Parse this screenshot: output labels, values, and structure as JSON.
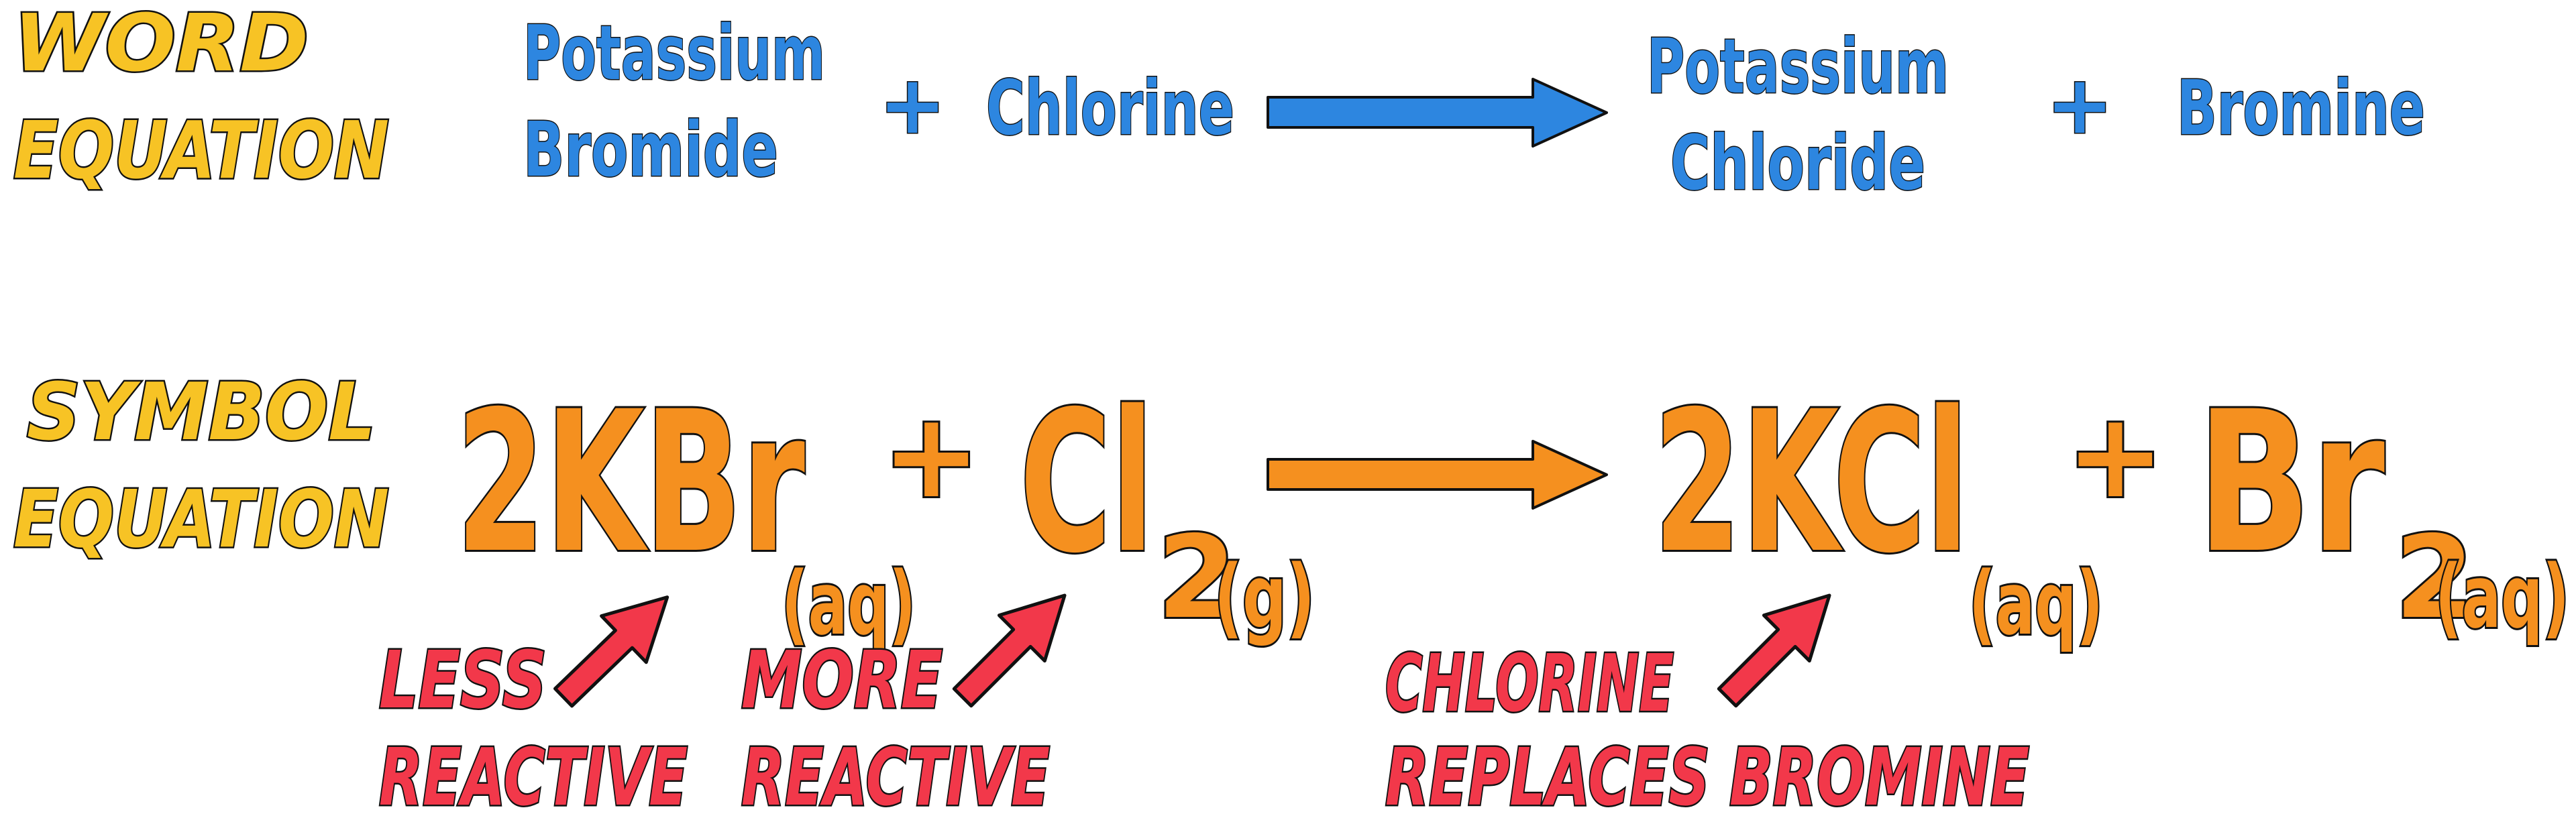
{
  "labels": {
    "word_line1": "WORD",
    "word_line2": "EQUATION",
    "symbol_line1": "SYMBOL",
    "symbol_line2": "EQUATION"
  },
  "word_equation": {
    "reactant1_line1": "Potassium",
    "reactant1_line2": "Bromide",
    "plus1": "+",
    "reactant2": "Chlorine",
    "product1_line1": "Potassium",
    "product1_line2": "Chloride",
    "plus2": "+",
    "product2": "Bromine"
  },
  "symbol_equation": {
    "reactant1": "2KBr",
    "reactant1_state": "(aq)",
    "plus1": "+",
    "reactant2": "Cl",
    "reactant2_sub": "2",
    "reactant2_state": "(g)",
    "product1": "2KCl",
    "product1_state": "(aq)",
    "plus2": "+",
    "product2": "Br",
    "product2_sub": "2",
    "product2_state": "(aq)"
  },
  "annotations": {
    "less_line1": "LESS",
    "less_line2": "REACTIVE",
    "more_line1": "MORE",
    "more_line2": "REACTIVE",
    "replace_line1": "CHLORINE",
    "replace_line2": "REPLACES BROMINE"
  },
  "colors": {
    "label": "#f7c325",
    "word": "#2d86e0",
    "symbol": "#f5901f",
    "note": "#f2384a",
    "outline": "#111111"
  }
}
